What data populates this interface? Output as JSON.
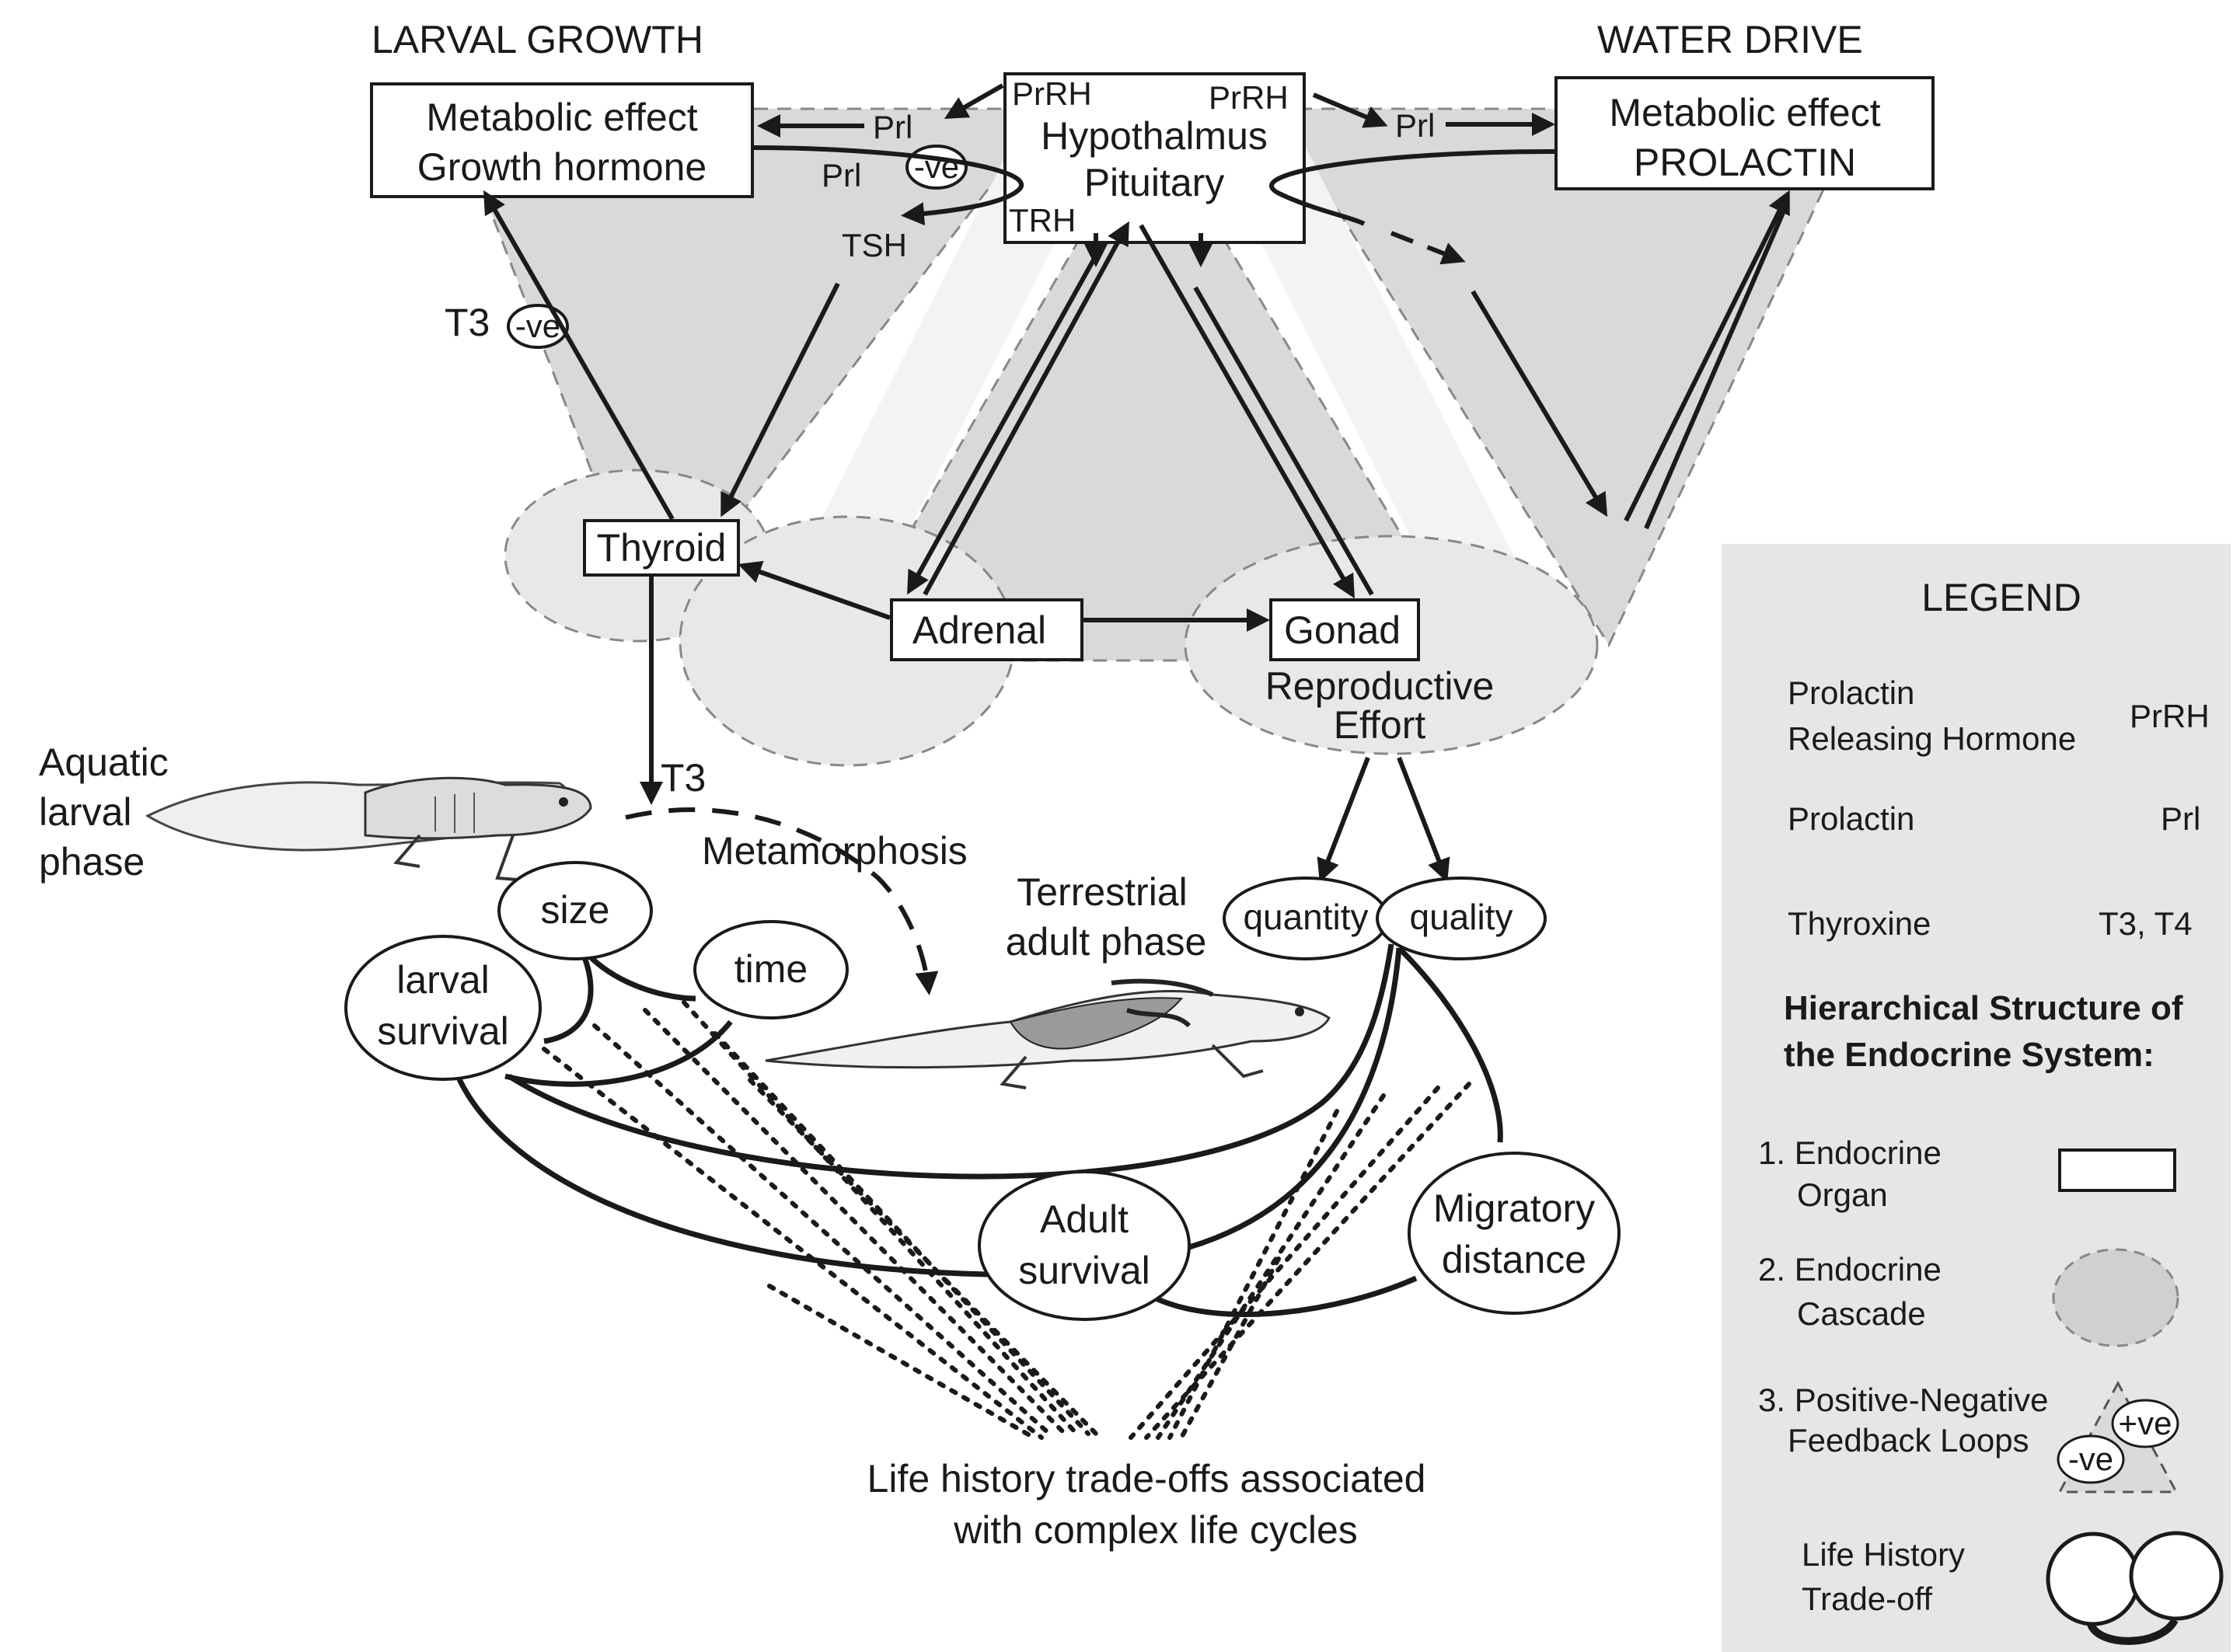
{
  "headers": {
    "larval_growth": "LARVAL GROWTH",
    "water_drive": "WATER DRIVE"
  },
  "boxes": {
    "growth_hormone": [
      "Metabolic effect",
      "Growth hormone"
    ],
    "prolactin": [
      "Metabolic effect",
      "PROLACTIN"
    ],
    "hypothalamus": [
      "Hypothalmus",
      "Pituitary"
    ],
    "thyroid": "Thyroid",
    "adrenal": "Adrenal",
    "gonad": "Gonad"
  },
  "hormone_labels": {
    "prrh_left": "PrRH",
    "prrh_right": "PrRH",
    "trh": "TRH",
    "prl_left_top": "Prl",
    "prl_left_loop": "Prl",
    "prl_right": "Prl",
    "tsh": "TSH",
    "t3_left": "T3",
    "t3_down": "T3",
    "neg_top": "-ve",
    "neg_t3": "-ve"
  },
  "phases": {
    "aquatic": [
      "Aquatic",
      "larval",
      "phase"
    ],
    "terrestrial": [
      "Terrestrial",
      "adult phase"
    ],
    "metamorphosis": "Metamorphosis",
    "reproductive": [
      "Reproductive",
      "Effort"
    ]
  },
  "traits": {
    "size": "size",
    "time": "time",
    "larval_survival": [
      "larval",
      "survival"
    ],
    "quantity": "quantity",
    "quality": "quality",
    "adult_survival": [
      "Adult",
      "survival"
    ],
    "migratory": [
      "Migratory",
      "distance"
    ]
  },
  "caption": [
    "Life history trade-offs associated",
    "with complex life cycles"
  ],
  "legend": {
    "title": "LEGEND",
    "prrh_name": [
      "Prolactin",
      "Releasing Hormone"
    ],
    "prrh_abbr": "PrRH",
    "prl_name": "Prolactin",
    "prl_abbr": "Prl",
    "thy_name": "Thyroxine",
    "thy_abbr": "T3, T4",
    "hier": [
      "Hierarchical Structure of",
      "the Endocrine System:"
    ],
    "item1": [
      "1. Endocrine",
      "Organ"
    ],
    "item2": [
      "2. Endocrine",
      "Cascade"
    ],
    "item3": [
      "3. Positive-Negative",
      "Feedback Loops"
    ],
    "pos": "+ve",
    "neg": "-ve",
    "item4": [
      "Life History",
      "Trade-off"
    ]
  },
  "colors": {
    "cascade_fill": "#d9d9d9",
    "cascade_light": "#e8e8e8",
    "legend_bg": "#e6e6e6",
    "ink": "#1a1a1a"
  }
}
